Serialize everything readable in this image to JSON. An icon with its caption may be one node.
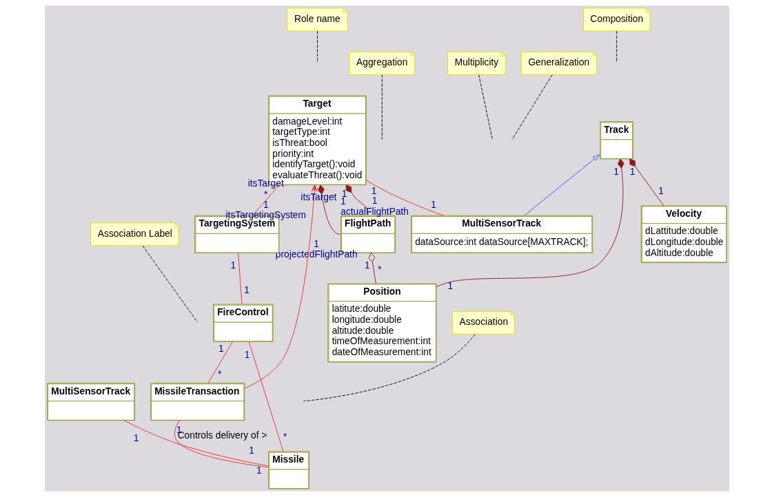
{
  "diagram": {
    "nodes": [
      {
        "text": [
          "Track"
        ]
      },
      {
        "text": [
          "Role name"
        ]
      },
      {
        "text": [
          "Multiplicity"
        ]
      },
      {
        "text": [
          "Generalization"
        ]
      },
      {
        "text": [
          "Composition"
        ]
      },
      {
        "text": [
          "Velocity",
          "dLattitude:double",
          "dLongitude:double",
          "dAltitude:double"
        ]
      },
      {
        "text": [
          "Target",
          "damageLevel:int",
          "targetType:int",
          "isThreat:bool",
          "priority:int",
          "identifyTarget():void",
          "evaluateThreat():void"
        ]
      },
      {
        "text": [
          "MultiSensorTrack",
          "dataSource:int dataSource[MAXTRACK];"
        ]
      },
      {
        "text": [
          "Position",
          "latitute:double",
          "longitude:double",
          "altitude:double",
          "timeOfMeasurement:int",
          "dateOfMeasurement:int"
        ]
      },
      {
        "text": [
          "Aggregation"
        ]
      },
      {
        "text": [
          "FlightPath"
        ]
      },
      {
        "text": [
          "MultiSensorTrack"
        ]
      },
      {
        "text": [
          "TargetingSystem"
        ]
      },
      {
        "text": [
          "FireControl"
        ]
      },
      {
        "text": [
          "Missile"
        ]
      },
      {
        "text": [
          "Association"
        ]
      },
      {
        "text": [
          "MissileTransaction"
        ]
      },
      {
        "text": [
          "Association Label"
        ]
      }
    ],
    "edges": [
      {
        "from": 0,
        "to": 5,
        "arrow": "other",
        "color": "#8b1a1a"
      },
      {
        "from": 0,
        "to": 8,
        "arrow": "other",
        "color": "#8b1a1a"
      },
      {
        "from": 7,
        "to": 0,
        "arrow": "to",
        "color": "#3050ff"
      },
      {
        "from": 6,
        "to": 7,
        "arrow": "none"
      },
      {
        "from": 6,
        "to": 10,
        "arrow": "other",
        "color": "#8b1a1a"
      },
      {
        "from": 6,
        "to": 10,
        "arrow": "other",
        "color": "#8b1a1a"
      },
      {
        "from": 10,
        "to": 8,
        "arrow": "other",
        "color": "#8b1a1a"
      },
      {
        "from": 6,
        "to": 12,
        "arrow": "none"
      },
      {
        "from": 12,
        "to": 13,
        "arrow": "none"
      },
      {
        "from": 13,
        "to": 14,
        "arrow": "none"
      },
      {
        "from": 13,
        "to": 16,
        "arrow": "none"
      },
      {
        "from": 16,
        "to": 6,
        "arrow": "to"
      },
      {
        "from": 11,
        "to": 14,
        "arrow": "none"
      },
      {
        "from": 16,
        "to": 14,
        "arrow": "none",
        "label": "Controls delivery of >"
      },
      {
        "from": 1,
        "to": null,
        "arrow": "none",
        "style": "dashed",
        "color": "#000000"
      },
      {
        "from": 2,
        "to": null,
        "arrow": "none",
        "style": "dashed",
        "color": "#000000"
      },
      {
        "from": 3,
        "to": null,
        "arrow": "none",
        "style": "dashed",
        "color": "#000000"
      },
      {
        "from": 4,
        "to": null,
        "arrow": "none",
        "style": "dashed",
        "color": "#000000"
      },
      {
        "from": 9,
        "to": null,
        "arrow": "none",
        "style": "dashed",
        "color": "#000000"
      },
      {
        "from": 15,
        "to": null,
        "arrow": "none",
        "style": "dashed",
        "color": "#000000"
      },
      {
        "from": 17,
        "to": null,
        "arrow": "none",
        "style": "dashed",
        "color": "#000000"
      }
    ],
    "labels": [
      "1",
      "1",
      "1",
      "1",
      "itsTarget",
      "1",
      "1",
      "itsTarget",
      "*",
      "1",
      "1",
      "*",
      "1",
      "actualFlightPath",
      "1",
      "1",
      "projectedFlightPath",
      "1",
      "1",
      "1",
      "itsTargetingSystem",
      "1",
      "1",
      "1",
      "*",
      "1",
      "1",
      "*",
      "1"
    ]
  }
}
